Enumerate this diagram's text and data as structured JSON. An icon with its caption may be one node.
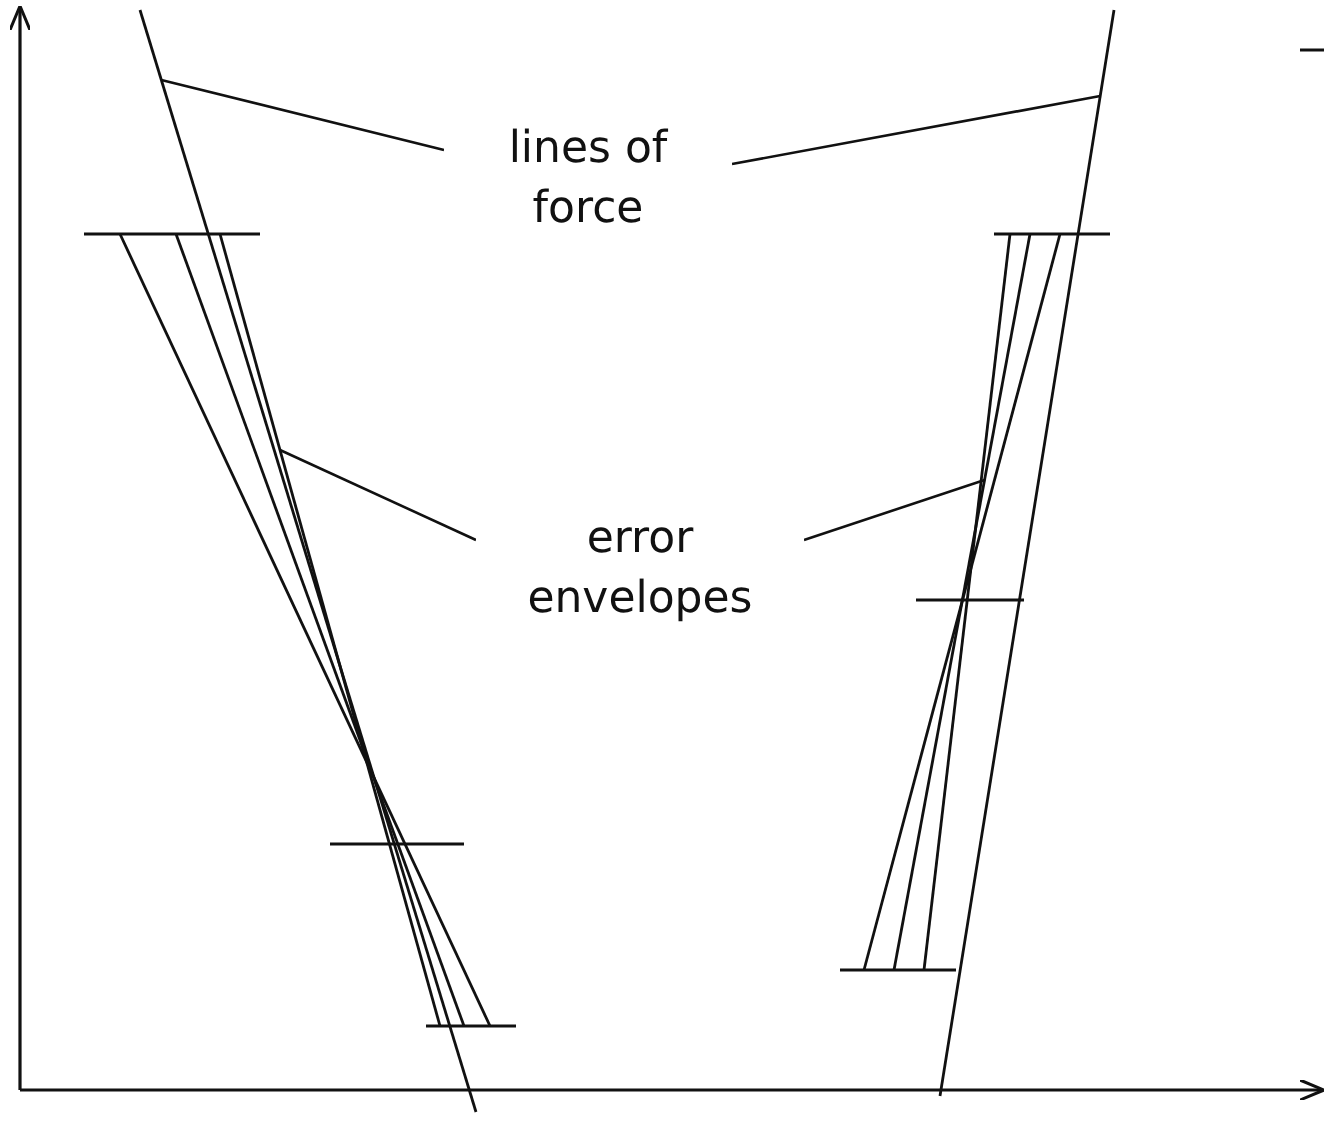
{
  "diagram": {
    "nodes": [
      {
        "text": [
          "lines of force"
        ]
      },
      {
        "text": [],
        "shape": "line"
      },
      {
        "text": [],
        "shape": "line"
      },
      {
        "text": [
          "error envelopes"
        ]
      },
      {
        "text": [],
        "shape": "line"
      },
      {
        "text": [],
        "shape": "line"
      }
    ],
    "edges": [
      {
        "from": 0,
        "to": 1,
        "arrow": "none"
      },
      {
        "from": 0,
        "to": 2,
        "arrow": "none"
      },
      {
        "from": 3,
        "to": 4,
        "arrow": "none"
      },
      {
        "from": 3,
        "to": 5,
        "arrow": "none"
      }
    ]
  }
}
